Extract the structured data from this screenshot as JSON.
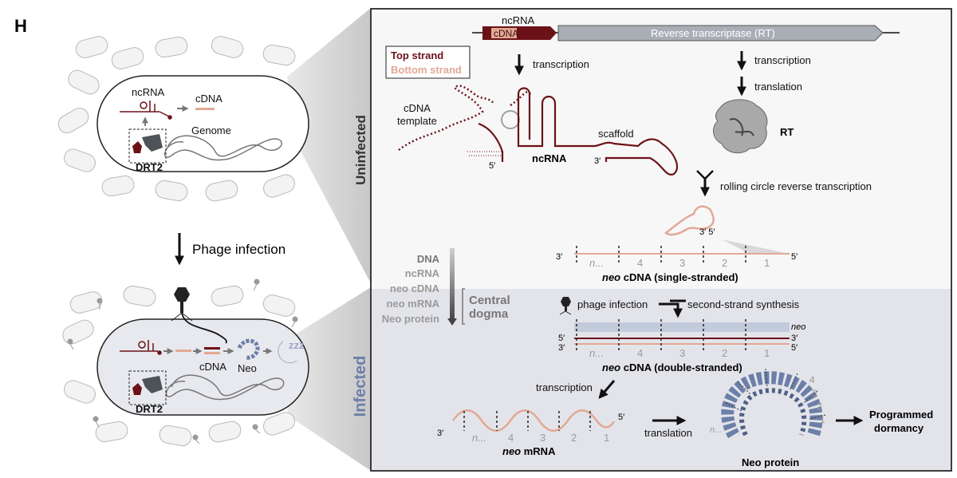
{
  "panel_letter": "H",
  "colors": {
    "top_strand": "#6b1218",
    "bottom_strand": "#e3a894",
    "neo_blue": "#6c7fa8",
    "infected_bg": "#e3e4ea",
    "gray_box": "#a9aeb5"
  },
  "left": {
    "top_cell": {
      "ncrna": "ncRNA",
      "cdna": "cDNA",
      "genome": "Genome",
      "drt2": "DRT2"
    },
    "arrow_label": "Phage infection",
    "bottom_cell": {
      "cdna": "cDNA",
      "neo": "Neo",
      "drt2": "DRT2",
      "zzz": "zzz"
    }
  },
  "operon": {
    "ncrna": "ncRNA",
    "cdna": "cDNA",
    "rt": "Reverse transcriptase (RT)"
  },
  "legend": {
    "top": "Top strand",
    "bottom": "Bottom strand"
  },
  "uninfected": {
    "section_label": "Uninfected",
    "transcription_left": "transcription",
    "transcription_right": "transcription",
    "translation": "translation",
    "cdna_template_1": "cDNA",
    "cdna_template_2": "template",
    "five_prime": "5′",
    "ncrna_label": "ncRNA",
    "three_prime": "3′",
    "scaffold": "scaffold",
    "rt_label": "RT",
    "rolling": "rolling circle reverse transcription",
    "loop_ends": "3′ 5′"
  },
  "ss_cdna": {
    "three": "3′",
    "five": "5′",
    "units": [
      "n...",
      "4",
      "3",
      "2",
      "1"
    ],
    "title_italic": "neo",
    "title_rest": " cDNA (single-stranded)"
  },
  "dogma": {
    "items": [
      "DNA",
      "ncRNA",
      "neo cDNA",
      "neo mRNA",
      "Neo protein"
    ],
    "label_1": "Central",
    "label_2": "dogma"
  },
  "infected": {
    "section_label": "Infected",
    "phage_infection": "phage infection",
    "second_strand": "second-strand synthesis",
    "neo_tag": "neo",
    "ends_left_top": "5′",
    "ends_left_bottom": "3′",
    "ends_right_1": "3′",
    "ends_right_2": "5′",
    "units": [
      "n...",
      "4",
      "3",
      "2",
      "1"
    ],
    "ds_title_italic": "neo",
    "ds_title_rest": " cDNA (double-stranded)",
    "transcription": "transcription",
    "mrna_three": "3′",
    "mrna_five": "5′",
    "mrna_units": [
      "n...",
      "4",
      "3",
      "2",
      "1"
    ],
    "mrna_title_italic": "neo",
    "mrna_title_rest": " mRNA",
    "translation": "translation",
    "protein_label": "Neo protein",
    "protein_units": [
      "n...",
      "4",
      "3",
      "2",
      "1"
    ],
    "outcome_1": "Programmed",
    "outcome_2": "dormancy"
  }
}
